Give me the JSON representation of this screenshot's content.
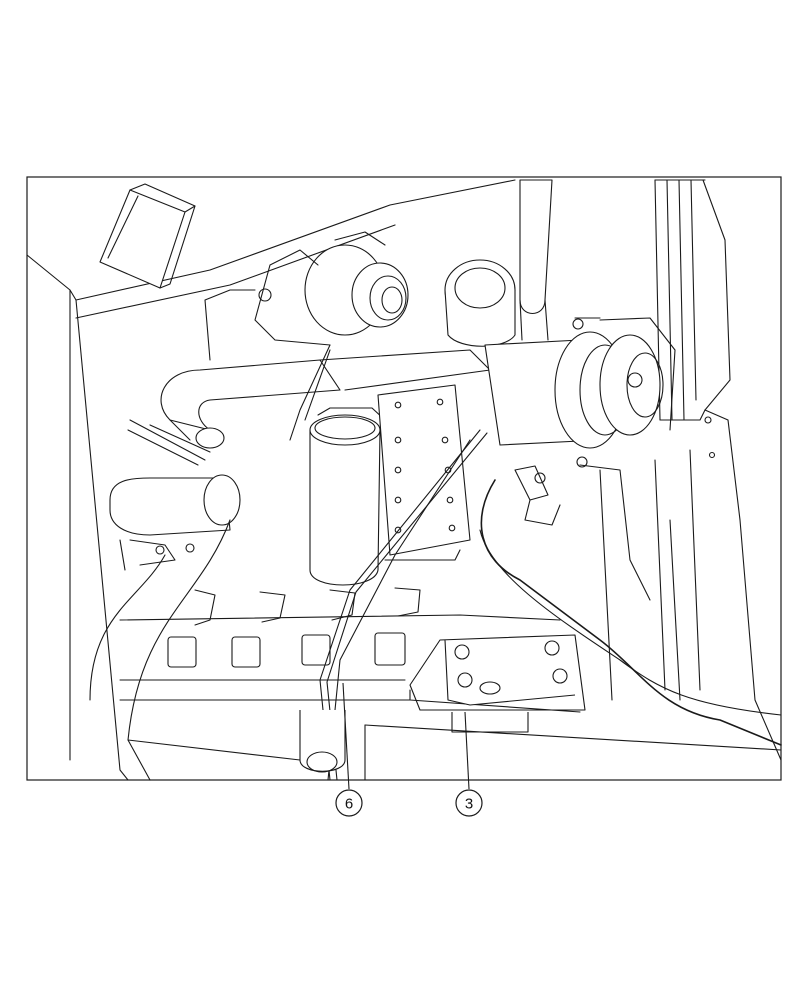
{
  "diagram": {
    "callouts": [
      {
        "id": "callout-6",
        "label": "6"
      },
      {
        "id": "callout-3",
        "label": "3"
      }
    ],
    "colors": {
      "line": "#1a1a1a",
      "background": "#ffffff"
    }
  }
}
